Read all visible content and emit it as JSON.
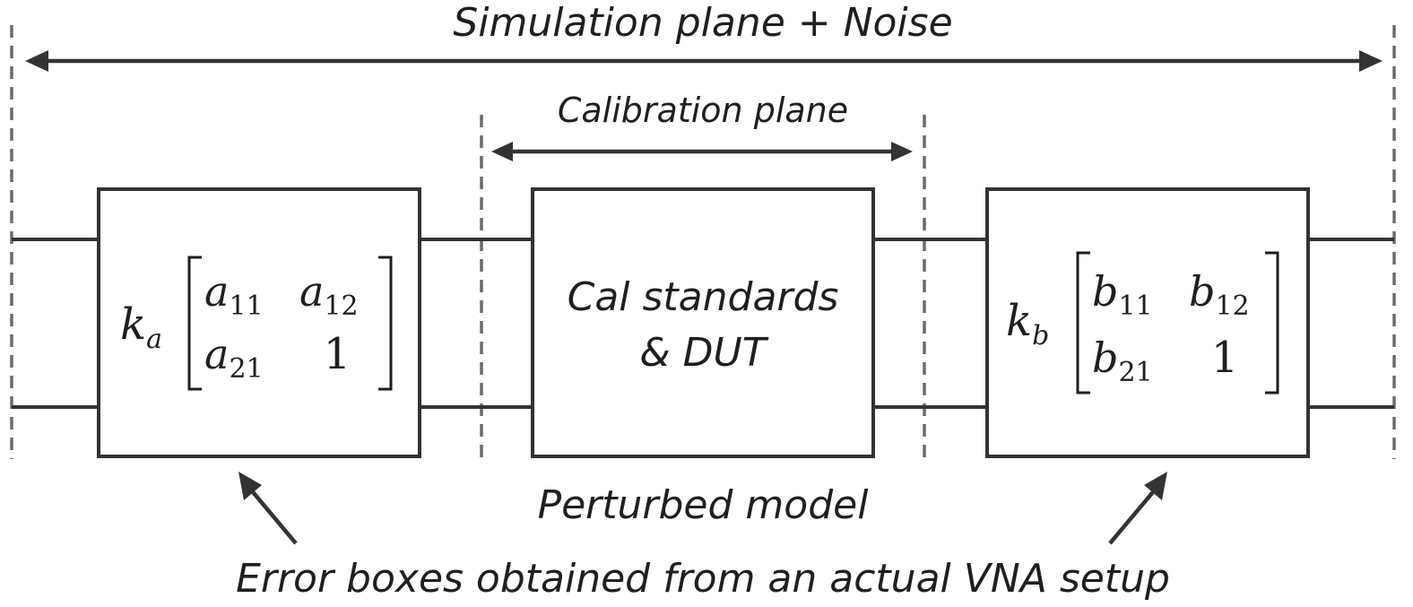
{
  "labels": {
    "simulation_plane": "Simulation plane + Noise",
    "calibration_plane": "Calibration plane",
    "perturbed_model": "Perturbed model",
    "error_boxes": "Error boxes obtained from an actual VNA setup"
  },
  "left_box": {
    "k": "k",
    "k_sub": "a",
    "m11": "a",
    "m11_sub": "11",
    "m12": "a",
    "m12_sub": "12",
    "m21": "a",
    "m21_sub": "21",
    "m22": "1"
  },
  "middle_box": {
    "line1": "Cal standards",
    "line2": "& DUT"
  },
  "right_box": {
    "k": "k",
    "k_sub": "b",
    "m11": "b",
    "m11_sub": "11",
    "m12": "b",
    "m12_sub": "12",
    "m21": "b",
    "m21_sub": "21",
    "m22": "1"
  },
  "colors": {
    "stroke": "#333333",
    "dashed": "#6b6b6b",
    "text": "#1f1f1f"
  }
}
